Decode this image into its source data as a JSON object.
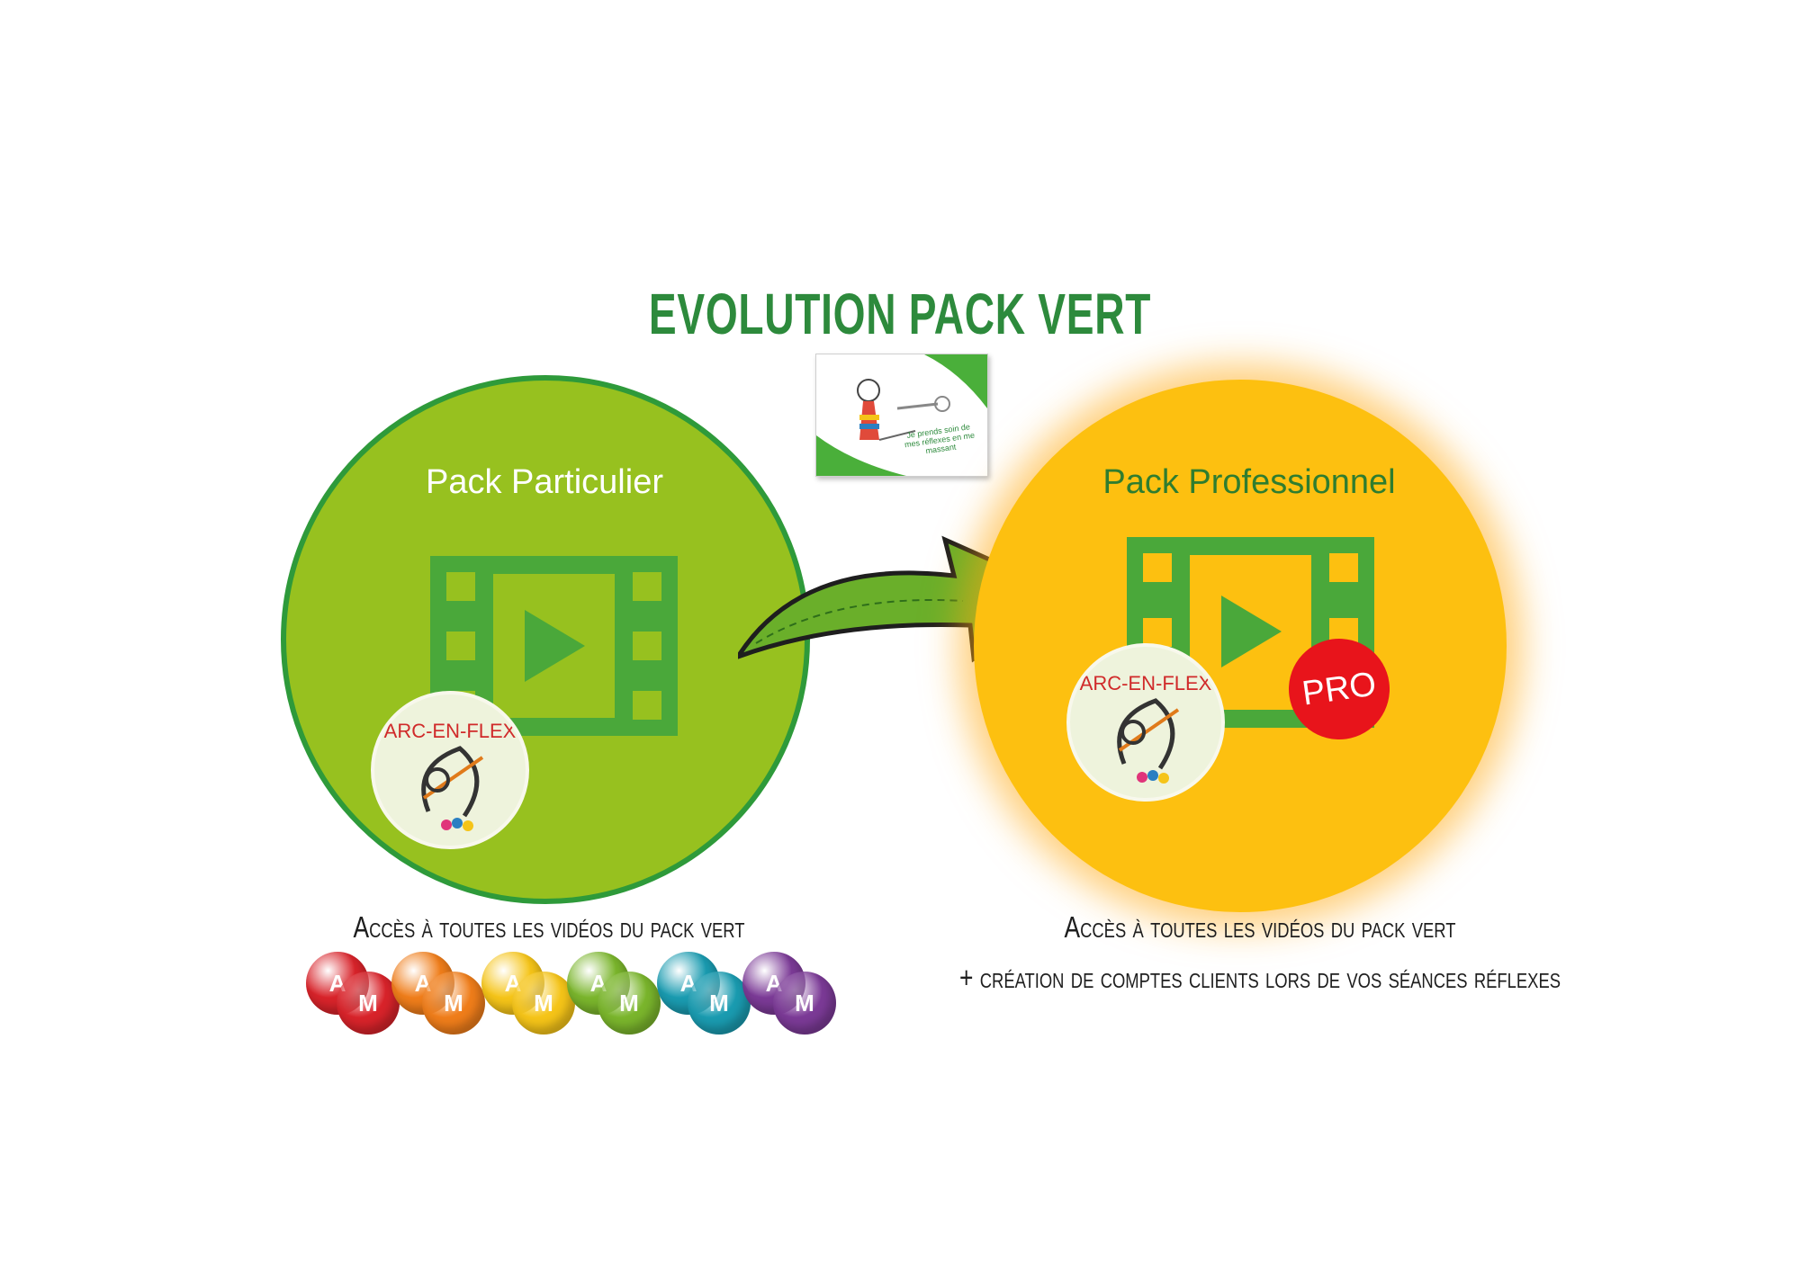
{
  "title": "Evolution pack vert",
  "left_pack": {
    "label": "Pack Particulier",
    "logo_text": "ARC-EN-FLEX",
    "caption": "Accès à toutes les vidéos du pack vert",
    "color": "#97c11f",
    "ball_pairs": [
      {
        "color": "#d8232a",
        "letters": [
          "A",
          "M"
        ]
      },
      {
        "color": "#ef7d1a",
        "letters": [
          "A",
          "M"
        ]
      },
      {
        "color": "#f5c418",
        "letters": [
          "A",
          "M"
        ]
      },
      {
        "color": "#7ab52c",
        "letters": [
          "A",
          "M"
        ]
      },
      {
        "color": "#1a9bb0",
        "letters": [
          "A",
          "M"
        ]
      },
      {
        "color": "#7b3a96",
        "letters": [
          "A",
          "M"
        ]
      }
    ]
  },
  "right_pack": {
    "label": "Pack Professionnel",
    "logo_text": "ARC-EN-FLEX",
    "badge": "PRO",
    "caption_line1": "Accès à toutes les vidéos du pack vert",
    "caption_line2": "+ création de comptes clients lors de vos séances réflexes",
    "color": "#fdc010"
  },
  "thumbnail": {
    "caption": "Je prends soin de mes réflexes en me massant"
  },
  "colors": {
    "accent_green": "#2d8a3c",
    "film_green": "#4aa83a",
    "badge_red": "#e8141b"
  },
  "icons": [
    "video-film-icon",
    "arrow-right-icon",
    "arc-en-flex-logo-icon"
  ]
}
